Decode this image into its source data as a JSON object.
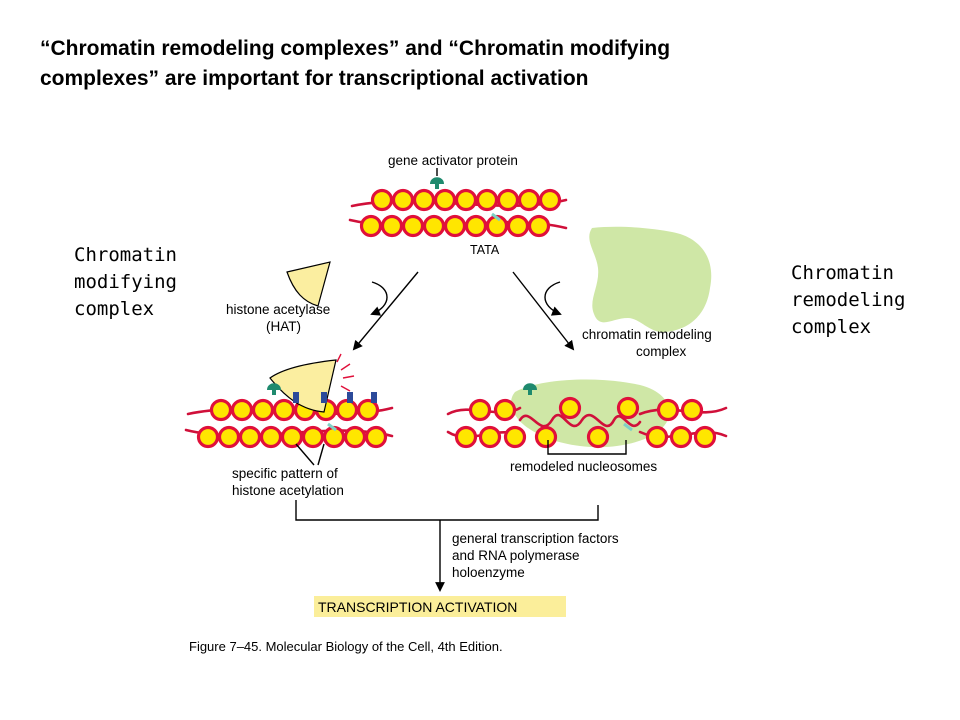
{
  "title": {
    "line1": "“Chromatin remodeling complexes” and “Chromatin modifying",
    "line2": "complexes” are important for transcriptional activation"
  },
  "left_label": [
    "Chromatin",
    "modifying",
    "complex"
  ],
  "right_label": [
    "Chromatin",
    "remodeling",
    "complex"
  ],
  "figure": {
    "gene_activator": "gene activator protein",
    "tata": "TATA",
    "hat_line1": "histone acetylase",
    "hat_line2": "(HAT)",
    "remodel_line1": "chromatin remodeling",
    "remodel_line2": "complex",
    "acetyl_line1": "specific pattern of",
    "acetyl_line2": "histone acetylation",
    "remodeled": "remodeled nucleosomes",
    "gtf_line1": "general transcription factors",
    "gtf_line2": "and RNA polymerase",
    "gtf_line3": "holoenzyme",
    "activation": "TRANSCRIPTION ACTIVATION",
    "caption": "Figure 7–45. Molecular Biology of the Cell, 4th Edition."
  },
  "colors": {
    "nucleosome_fill": "#ffe600",
    "nucleosome_ring": "#e0103a",
    "dna": "#d0103a",
    "activator": "#1f8a6e",
    "hat_fill": "#fbeea0",
    "remodeler_fill": "#cfe7a6",
    "acetyl_tag": "#2c4a9a",
    "activation_box": "#fbee9a"
  }
}
